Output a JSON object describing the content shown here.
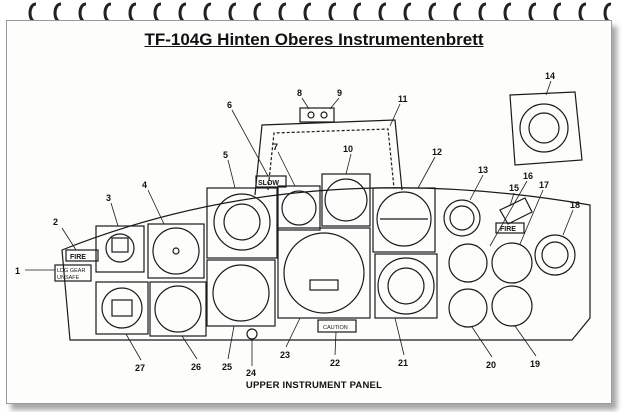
{
  "title": "TF-104G Hinten Oberes Instrumentenbrett",
  "caption": "UPPER INSTRUMENT PANEL",
  "panel_tags": {
    "fire_left": "FIRE",
    "ldg_gear_line1": "LDG GEAR",
    "ldg_gear_line2": "UNSAFE",
    "slow": "SLOW",
    "fire_right": "FIRE",
    "caution": "CAUTION"
  },
  "callouts": [
    "1",
    "2",
    "3",
    "4",
    "5",
    "6",
    "7",
    "8",
    "9",
    "10",
    "11",
    "12",
    "13",
    "14",
    "15",
    "16",
    "17",
    "18",
    "19",
    "20",
    "21",
    "22",
    "23",
    "24",
    "25",
    "26",
    "27"
  ],
  "colors": {
    "ink": "#1a1a1a",
    "paper": "#fdfdfb"
  }
}
